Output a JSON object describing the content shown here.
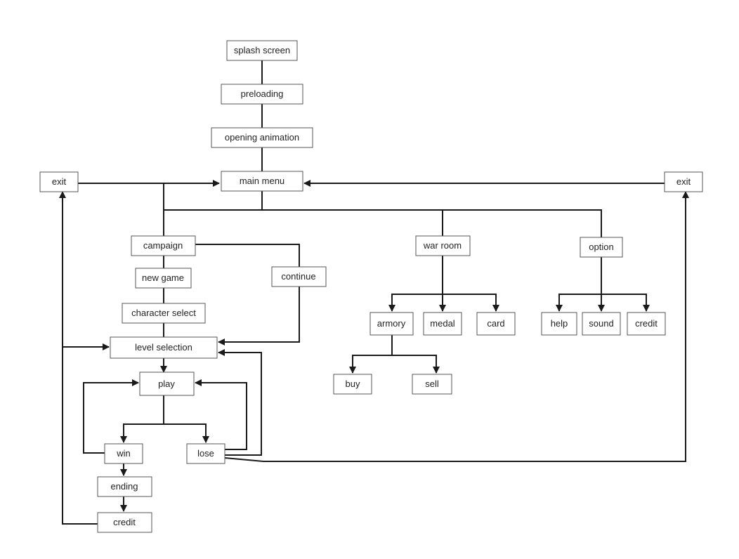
{
  "nodes": {
    "splash_screen": "splash screen",
    "preloading": "preloading",
    "opening_animation": "opening animation",
    "main_menu": "main menu",
    "exit_left": "exit",
    "exit_right": "exit",
    "campaign": "campaign",
    "war_room": "war room",
    "option": "option",
    "new_game": "new game",
    "continue": "continue",
    "character_select": "character select",
    "level_selection": "level selection",
    "play": "play",
    "win": "win",
    "lose": "lose",
    "ending": "ending",
    "credit_campaign": "credit",
    "armory": "armory",
    "medal": "medal",
    "card": "card",
    "buy": "buy",
    "sell": "sell",
    "help": "help",
    "sound": "sound",
    "credit_option": "credit"
  },
  "colors": {
    "line": "#1a1a1a",
    "box_border": "#555555",
    "text": "#222222",
    "background": "#ffffff"
  }
}
